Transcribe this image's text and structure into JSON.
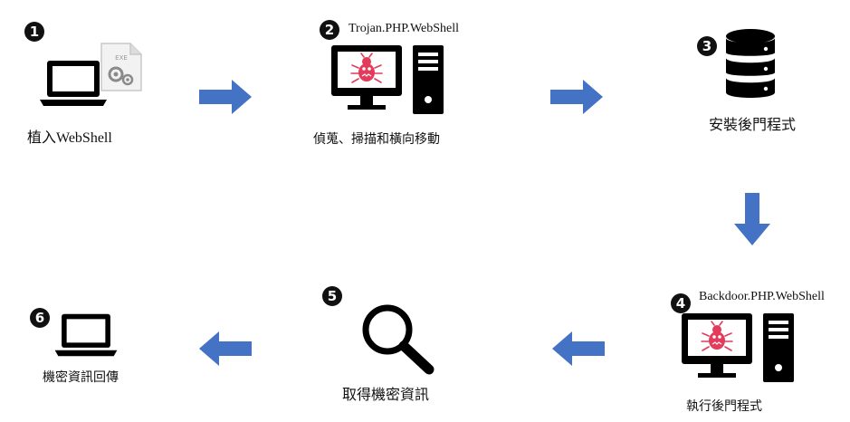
{
  "colors": {
    "arrow": "#4472C4",
    "bug": "#E23B5B",
    "ink": "#000000"
  },
  "steps": [
    {
      "number": "1",
      "caption": "植入WebShell",
      "icons": [
        "laptop-icon",
        "exe-file-icon"
      ]
    },
    {
      "number": "2",
      "title": "Trojan.PHP.WebShell",
      "caption": "偵蒐、掃描和橫向移動",
      "icons": [
        "infected-computer-icon"
      ]
    },
    {
      "number": "3",
      "caption": "安裝後門程式",
      "icons": [
        "database-icon"
      ]
    },
    {
      "number": "4",
      "title": "Backdoor.PHP.WebShell",
      "caption": "執行後門程式",
      "icons": [
        "infected-computer-icon"
      ]
    },
    {
      "number": "5",
      "caption": "取得機密資訊",
      "icons": [
        "magnifier-icon"
      ]
    },
    {
      "number": "6",
      "caption": "機密資訊回傳",
      "icons": [
        "laptop-icon"
      ]
    }
  ],
  "file_badge": "EXE"
}
